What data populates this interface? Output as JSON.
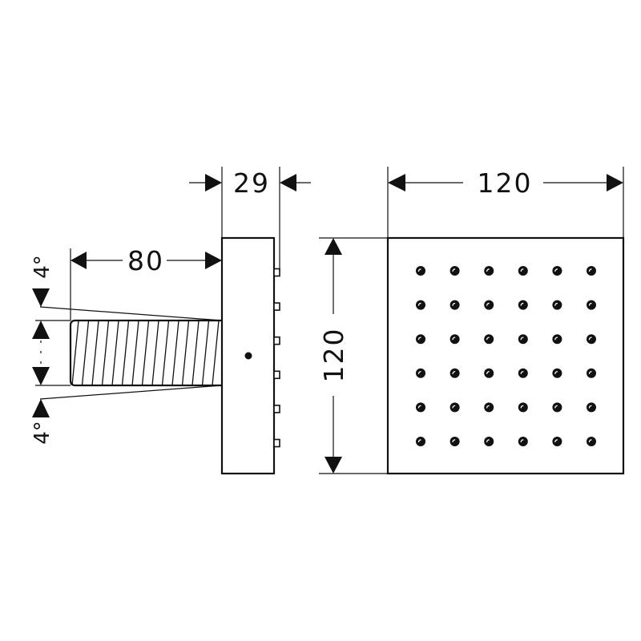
{
  "dimensions": {
    "side_depth": "29",
    "front_width": "120",
    "front_height": "120",
    "thread_length": "80",
    "angle_top": "4°",
    "angle_bottom": "4°"
  },
  "nozzle_grid": {
    "rows": 6,
    "cols": 6
  },
  "side_nozzle_count": 6,
  "colors": {
    "line": "#111111",
    "background": "#ffffff"
  }
}
